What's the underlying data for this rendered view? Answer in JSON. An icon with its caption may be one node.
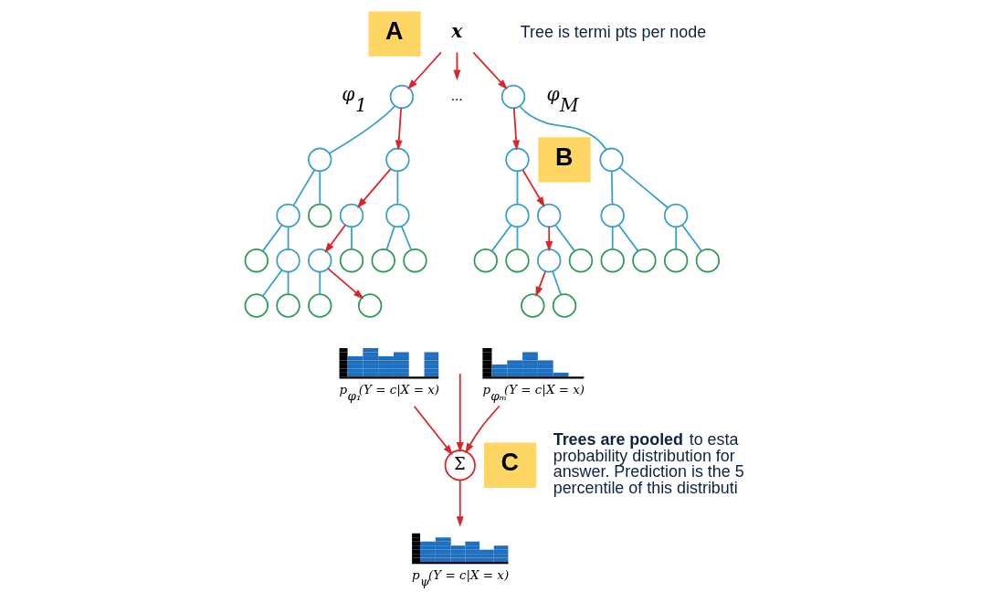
{
  "diagram": {
    "nodes": [
      {
        "text": [
          "A"
        ]
      },
      {
        "text": [
          "x"
        ]
      },
      {
        "text": [],
        "shape": "circle"
      },
      {
        "text": [],
        "shape": "circle"
      },
      {
        "text": [],
        "shape": "circle"
      },
      {
        "text": [],
        "shape": "circle"
      },
      {
        "text": [],
        "shape": "circle"
      },
      {
        "text": [],
        "shape": "circle"
      },
      {
        "text": [],
        "shape": "circle"
      },
      {
        "text": [],
        "shape": "circle"
      },
      {
        "text": [],
        "shape": "circle"
      },
      {
        "text": [],
        "shape": "circle"
      },
      {
        "text": [],
        "shape": "circle"
      },
      {
        "text": [],
        "shape": "circle"
      },
      {
        "text": [],
        "shape": "circle"
      },
      {
        "text": [],
        "shape": "circle"
      },
      {
        "text": [],
        "shape": "circle"
      },
      {
        "text": [],
        "shape": "circle"
      },
      {
        "text": [],
        "shape": "circle"
      },
      {
        "text": [
          "..."
        ]
      },
      {
        "text": [],
        "shape": "circle"
      },
      {
        "text": [],
        "shape": "circle"
      },
      {
        "text": [],
        "shape": "circle"
      },
      {
        "text": [],
        "shape": "circle"
      },
      {
        "text": [],
        "shape": "circle"
      },
      {
        "text": [],
        "shape": "circle"
      },
      {
        "text": [],
        "shape": "circle"
      },
      {
        "text": [],
        "shape": "circle"
      },
      {
        "text": [],
        "shape": "circle"
      },
      {
        "text": [],
        "shape": "circle"
      },
      {
        "text": [],
        "shape": "circle"
      },
      {
        "text": [],
        "shape": "circle"
      },
      {
        "text": [],
        "shape": "circle"
      },
      {
        "text": [],
        "shape": "circle"
      },
      {
        "text": [],
        "shape": "circle"
      },
      {
        "text": [],
        "shape": "circle"
      },
      {
        "text": [],
        "shape": "circle"
      },
      {
        "text": [
          "B"
        ]
      },
      {
        "text": [
          "p$_{φ₁}$(Y = c|X = x)"
        ]
      },
      {
        "text": [
          "p$_{φₘ}$(Y = c|X = x)"
        ]
      },
      {
        "text": [
          "Σ"
        ]
      },
      {
        "text": [
          "C"
        ]
      },
      {
        "text": [
          "p$_{ψ}$(Y = c|X = x)"
        ]
      }
    ],
    "edges": [
      {
        "from": 1,
        "to": 2,
        "arrow": "to",
        "color": "#d9262b"
      },
      {
        "from": 1,
        "to": 19,
        "arrow": "to",
        "color": "#d9262b"
      },
      {
        "from": 1,
        "to": 20,
        "arrow": "to",
        "color": "#d9262b"
      },
      {
        "from": 2,
        "to": 3,
        "arrow": "none"
      },
      {
        "from": 2,
        "to": 4,
        "arrow": "to",
        "color": "#d9262b"
      },
      {
        "from": 3,
        "to": 5,
        "arrow": "none"
      },
      {
        "from": 3,
        "to": 6,
        "arrow": "none"
      },
      {
        "from": 5,
        "to": 7,
        "arrow": "none"
      },
      {
        "from": 5,
        "to": 8,
        "arrow": "none"
      },
      {
        "from": 8,
        "to": 9,
        "arrow": "none"
      },
      {
        "from": 8,
        "to": 10,
        "arrow": "none"
      },
      {
        "from": 4,
        "to": 11,
        "arrow": "to",
        "color": "#d9262b"
      },
      {
        "from": 4,
        "to": 12,
        "arrow": "none"
      },
      {
        "from": 11,
        "to": 13,
        "arrow": "to",
        "color": "#d9262b"
      },
      {
        "from": 11,
        "to": 14,
        "arrow": "none"
      },
      {
        "from": 12,
        "to": 15,
        "arrow": "none"
      },
      {
        "from": 12,
        "to": 16,
        "arrow": "none"
      },
      {
        "from": 13,
        "to": 17,
        "arrow": "none"
      },
      {
        "from": 13,
        "to": 18,
        "arrow": "to",
        "color": "#d9262b"
      },
      {
        "from": 20,
        "to": 21,
        "arrow": "to",
        "color": "#d9262b"
      },
      {
        "from": 20,
        "to": 22,
        "arrow": "none"
      },
      {
        "from": 21,
        "to": 23,
        "arrow": "none"
      },
      {
        "from": 21,
        "to": 24,
        "arrow": "to",
        "color": "#d9262b"
      },
      {
        "from": 23,
        "to": 25,
        "arrow": "none"
      },
      {
        "from": 23,
        "to": 26,
        "arrow": "none"
      },
      {
        "from": 24,
        "to": 27,
        "arrow": "to",
        "color": "#d9262b"
      },
      {
        "from": 24,
        "to": 28,
        "arrow": "none"
      },
      {
        "from": 27,
        "to": 29,
        "arrow": "to",
        "color": "#d9262b"
      },
      {
        "from": 27,
        "to": 30,
        "arrow": "none"
      },
      {
        "from": 22,
        "to": 31,
        "arrow": "none"
      },
      {
        "from": 22,
        "to": 32,
        "arrow": "none"
      },
      {
        "from": 31,
        "to": 33,
        "arrow": "none"
      },
      {
        "from": 31,
        "to": 34,
        "arrow": "none"
      },
      {
        "from": 32,
        "to": 35,
        "arrow": "none"
      },
      {
        "from": 32,
        "to": 36,
        "arrow": "none"
      },
      {
        "from": 38,
        "to": 40,
        "arrow": "to",
        "color": "#d9262b"
      },
      {
        "from": null,
        "to": 40,
        "arrow": "to",
        "color": "#d9262b"
      },
      {
        "from": 39,
        "to": 40,
        "arrow": "to",
        "color": "#d9262b"
      },
      {
        "from": 40,
        "to": 42,
        "arrow": "to",
        "color": "#d9262b"
      }
    ],
    "labels": [
      "Tree is termi pts per node",
      "φ$_{1}$",
      "φ$_{M}$",
      "**Trees are pooled** to esta probability distribution for answer. Prediction is the 5 percentile of this distributi"
    ]
  }
}
